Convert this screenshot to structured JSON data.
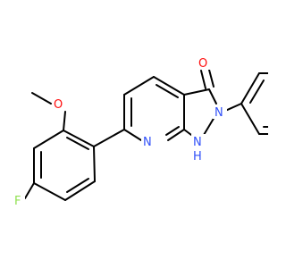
{
  "molecule": {
    "atoms": {
      "o_carbonyl": {
        "symbol": "O",
        "color": "#ff0d0d"
      },
      "o_methoxy": {
        "symbol": "O",
        "color": "#ff0d0d"
      },
      "n_pyrazole": {
        "symbol": "N",
        "color": "#3050f8"
      },
      "nh_pyrazole": {
        "symbol": "N",
        "color": "#3050f8"
      },
      "h_pyrazole": {
        "symbol": "H",
        "color": "#3050f8"
      },
      "n_pyridine": {
        "symbol": "N",
        "color": "#3050f8"
      },
      "f": {
        "symbol": "F",
        "color": "#90e050"
      }
    }
  }
}
